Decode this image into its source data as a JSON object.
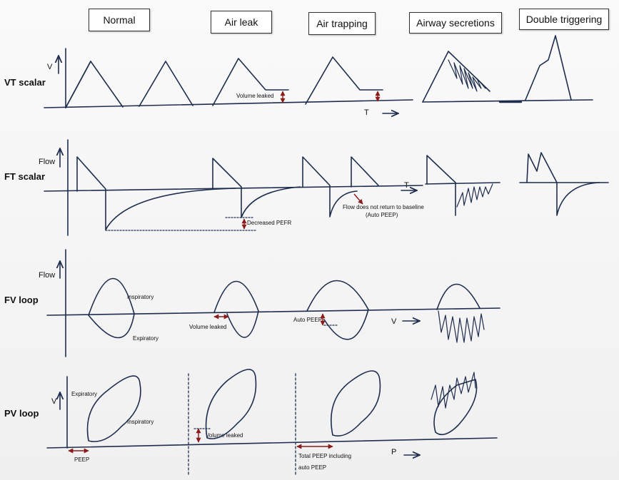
{
  "headers": [
    "Normal",
    "Air leak",
    "Air trapping",
    "Airway secretions",
    "Double triggering"
  ],
  "rows": [
    "VT scalar",
    "FT scalar",
    "FV loop",
    "PV loop"
  ],
  "axis_labels": {
    "vt_v": "V",
    "vt_t": "T",
    "ft_flow": "Flow",
    "ft_t": "T",
    "fv_flow": "Flow",
    "fv_v": "V",
    "pv_v": "V",
    "pv_p": "P"
  },
  "annotations": {
    "volume_leaked_vt": "Volume leaked",
    "decreased_pefr": "Decreased PEFR",
    "flow_not_return_1": "Flow does not return to baseline",
    "flow_not_return_2": "(Auto PEEP)",
    "inspiratory_fv": "Inspiratory",
    "expiratory_fv": "Expiratory",
    "volume_leaked_fv": "Volume leaked",
    "auto_peep_fv": "Auto PEEP",
    "expiratory_pv": "Expiratory",
    "inspiratory_pv": "Inspiratory",
    "volume_leaked_pv": "Volume leaked",
    "peep_pv": "PEEP",
    "total_peep_1": "Total PEEP including",
    "total_peep_2": "auto PEEP"
  },
  "colors": {
    "line": "#1f2d4d",
    "arrow_red": "#8b1a1a"
  }
}
